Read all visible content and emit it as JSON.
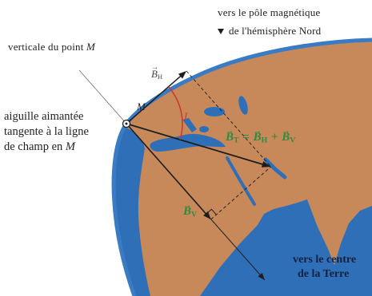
{
  "labels": {
    "vertical": {
      "text": "verticale du point ",
      "point": "M"
    },
    "north_pole": {
      "line1": "vers le pôle magnétique",
      "line2": "de l'hémisphère Nord"
    },
    "point": "M",
    "needle": {
      "line1": "aiguille aimantée",
      "line2": "tangente à la ligne",
      "line3": "de champ en ",
      "line3_point": "M"
    },
    "inclination": "I",
    "center": {
      "line1": "vers le centre",
      "line2": "de la Terre"
    }
  },
  "vectors": {
    "horizontal": {
      "symbol": "B",
      "subscript": "H"
    },
    "vertical": {
      "symbol": "B",
      "subscript": "V"
    },
    "equation": {
      "total": {
        "symbol": "B",
        "subscript": "T"
      },
      "equals": "=",
      "term1": {
        "symbol": "B",
        "subscript": "H"
      },
      "plus": "+",
      "term2": {
        "symbol": "B",
        "subscript": "V"
      }
    }
  },
  "colors": {
    "land": "#c8895a",
    "ocean": "#2f6fb8",
    "rim": "#3a7cc4",
    "vector": "#1e1e1e",
    "guide": "#6a6a6a",
    "vector_label": "#2e8b3e",
    "angle": "#c8372d",
    "text": "#222222",
    "center_text": "#16213e",
    "pivot": "#ffffff"
  }
}
